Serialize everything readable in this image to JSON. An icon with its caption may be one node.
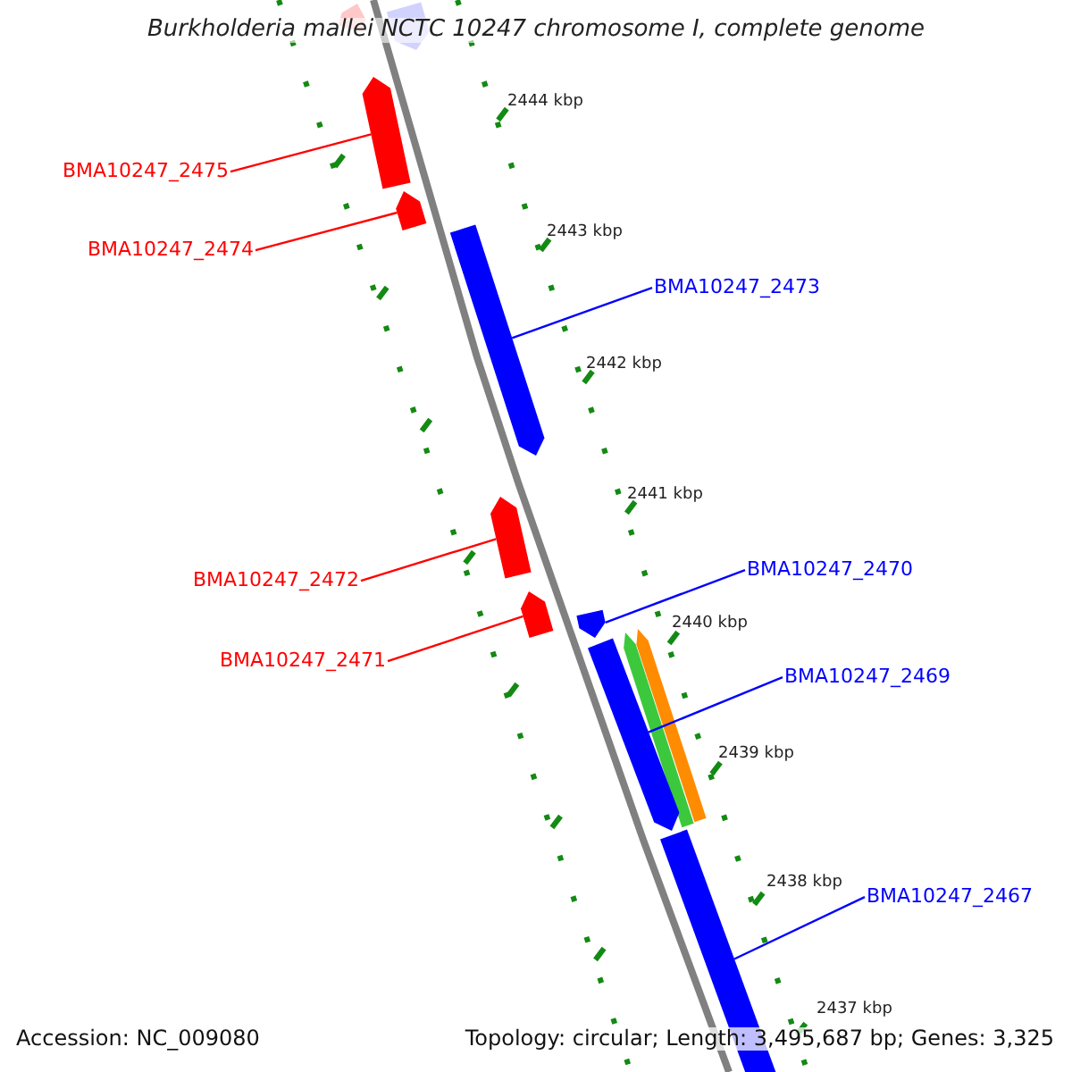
{
  "diagram": {
    "title": "Burkholderia mallei NCTC 10247 chromosome I, complete genome",
    "nodes": [
      {
        "text": [
          "BMA10247_2475"
        ]
      },
      {
        "text": [],
        "shape": "bar"
      },
      {
        "text": [
          "BMA10247_2474"
        ]
      },
      {
        "text": [],
        "shape": "bar"
      },
      {
        "text": [
          "BMA10247_2473"
        ]
      },
      {
        "text": [],
        "shape": "bar"
      },
      {
        "text": [
          "BMA10247_2472"
        ]
      },
      {
        "text": [],
        "shape": "bar"
      },
      {
        "text": [
          "BMA10247_2471"
        ]
      },
      {
        "text": [],
        "shape": "bar"
      },
      {
        "text": [
          "BMA10247_2470"
        ]
      },
      {
        "text": [],
        "shape": "bar"
      },
      {
        "text": [
          "BMA10247_2469"
        ]
      },
      {
        "text": [],
        "shape": "bar"
      },
      {
        "text": [
          "BMA10247_2467"
        ]
      },
      {
        "text": [],
        "shape": "bar"
      }
    ],
    "edges": [
      {
        "from": 0,
        "to": 1,
        "arrow": "none",
        "color": "#ff0000"
      },
      {
        "from": 2,
        "to": 3,
        "arrow": "none",
        "color": "#ff0000"
      },
      {
        "from": 4,
        "to": 5,
        "arrow": "none",
        "color": "#0000ff"
      },
      {
        "from": 6,
        "to": 7,
        "arrow": "none",
        "color": "#ff0000"
      },
      {
        "from": 8,
        "to": 9,
        "arrow": "none",
        "color": "#ff0000"
      },
      {
        "from": 10,
        "to": 11,
        "arrow": "none",
        "color": "#0000ff"
      },
      {
        "from": 12,
        "to": 13,
        "arrow": "none",
        "color": "#0000ff"
      },
      {
        "from": 14,
        "to": 15,
        "arrow": "none",
        "color": "#0000ff"
      }
    ],
    "labels": [
      "2444 kbp",
      "2443 kbp",
      "2442 kbp",
      "2441 kbp",
      "2440 kbp",
      "2439 kbp",
      "2438 kbp",
      "2437 kbp",
      "Accession: NC_009080",
      "Topology: circular; Length: 3,495,687 bp; Genes: 3,325"
    ]
  }
}
